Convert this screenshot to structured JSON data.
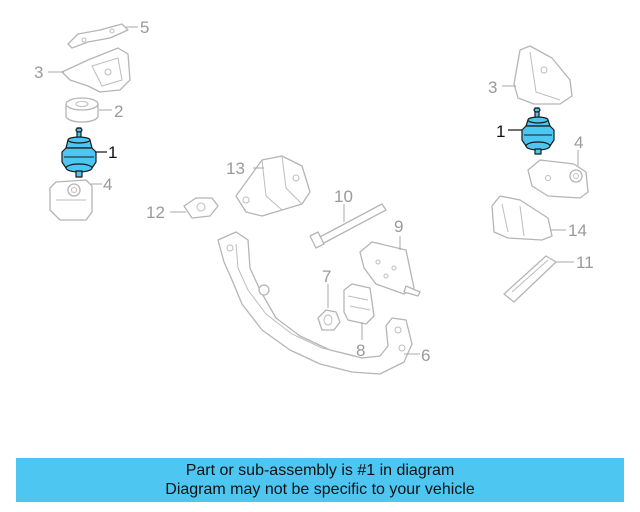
{
  "diagram": {
    "callouts": {
      "c5": "5",
      "c3_left": "3",
      "c2": "2",
      "c1_left": "1",
      "c4_left": "4",
      "c13": "13",
      "c12": "12",
      "c10": "10",
      "c9": "9",
      "c7": "7",
      "c8": "8",
      "c6": "6",
      "c3_right": "3",
      "c1_right": "1",
      "c4_right": "4",
      "c14": "14",
      "c11": "11"
    },
    "highlight_color": "#4ec6f2"
  },
  "banner": {
    "line1": "Part or sub-assembly is #1 in diagram",
    "line2": "Diagram may not be specific to your vehicle",
    "background": "#4ec6f2"
  }
}
